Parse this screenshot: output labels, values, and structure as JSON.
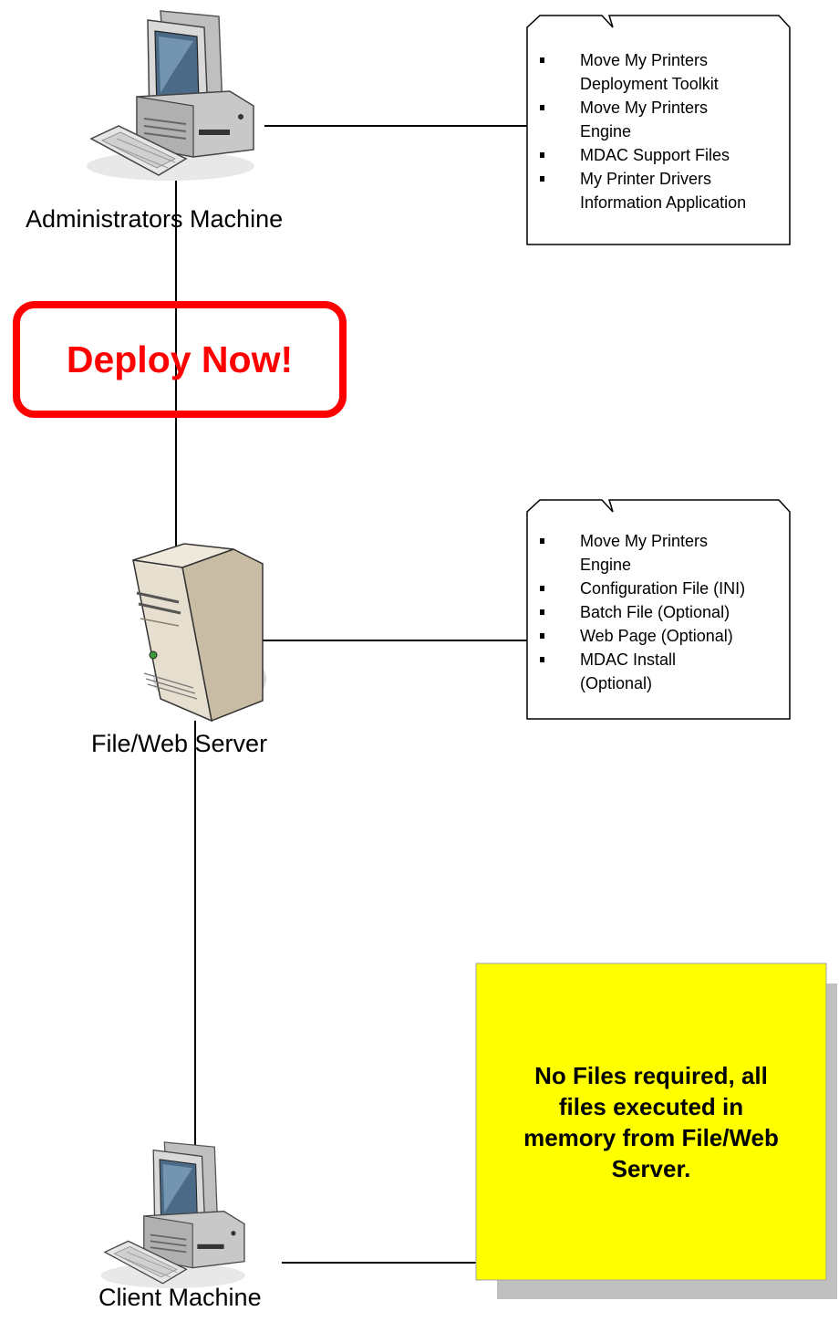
{
  "nodes": {
    "admin": {
      "label": "Administrators Machine",
      "icon": "desktop-computer-icon"
    },
    "server": {
      "label": "File/Web Server",
      "icon": "tower-server-icon"
    },
    "client": {
      "label": "Client Machine",
      "icon": "desktop-computer-icon"
    }
  },
  "deploy_button": {
    "label": "Deploy Now!",
    "color": "#ff0000"
  },
  "admin_files": {
    "items": [
      "Move My Printers Deployment Toolkit",
      "Move My Printers Engine",
      "MDAC Support Files",
      "My Printer Drivers Information Application"
    ],
    "lines": [
      [
        "Move My Printers",
        "Deployment Toolkit"
      ],
      [
        "Move My Printers",
        "Engine"
      ],
      [
        "MDAC Support Files"
      ],
      [
        "My Printer Drivers",
        "Information Application"
      ]
    ]
  },
  "server_files": {
    "items": [
      "Move My Printers Engine",
      "Configuration File (INI)",
      "Batch File (Optional)",
      "Web Page (Optional)",
      "MDAC Install (Optional)"
    ],
    "lines": [
      [
        "Move My Printers",
        "Engine"
      ],
      [
        "Configuration File (INI)"
      ],
      [
        "Batch File (Optional)"
      ],
      [
        "Web Page (Optional)"
      ],
      [
        "MDAC Install",
        "(Optional)"
      ]
    ]
  },
  "client_note": {
    "text": "No Files required, all files executed in memory from File/Web Server.",
    "lines": [
      "No Files required, all",
      "files executed in",
      "memory from File/Web",
      "Server."
    ],
    "background": "#ffff00",
    "shadow": "#c0c0c0"
  }
}
